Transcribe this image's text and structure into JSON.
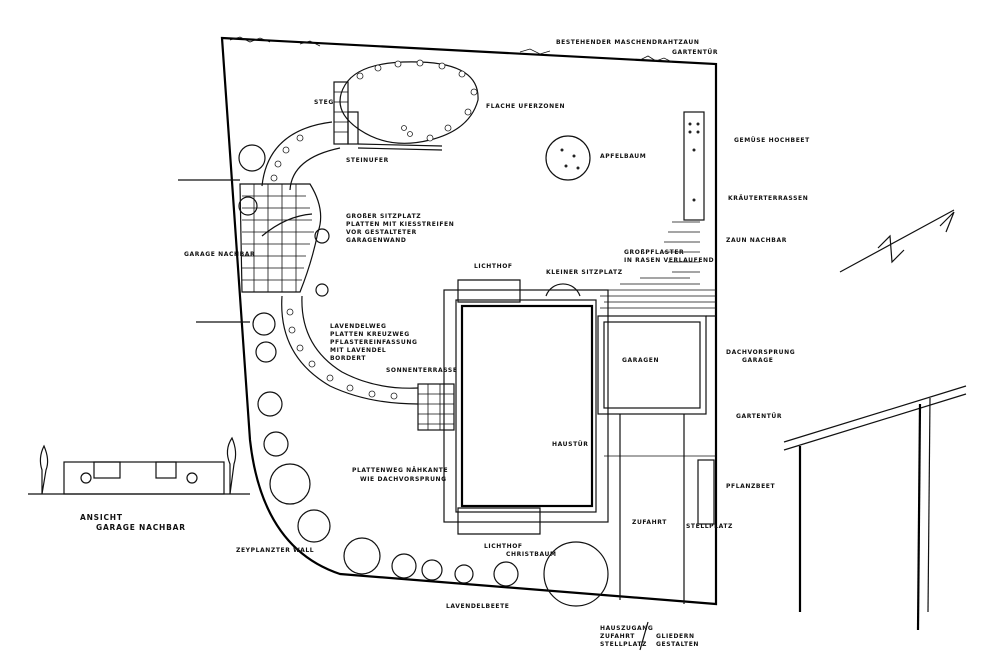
{
  "labels": {
    "zaun_top": "BESTEHENDER MASCHENDRAHTZAUN",
    "gartentuer_top": "GARTENTÜR",
    "steg": "STEG",
    "flache_ufer": "FLACHE UFERZONEN",
    "steinufer": "STEINUFER",
    "apfelbaum": "APFELBAUM",
    "gemuese": "GEMÜSE HOCHBEET",
    "kraeuter": "KRÄUTERTERRASSEN",
    "zaun_nachbar": "ZAUN NACHBAR",
    "garage_nachbar": "GARAGE NACHBAR",
    "sitzplatz_1": "GROßER SITZPLATZ",
    "sitzplatz_2": "PLATTEN MIT KIESSTREIFEN",
    "sitzplatz_3": "VOR GESTALTETER",
    "sitzplatz_4": "GARAGENWAND",
    "lichthof_top": "LICHTHOF",
    "kleiner_sitzplatz": "KLEINER SITZPLATZ",
    "grossplaster_1": "GROßPFLASTER",
    "grossplaster_2": "IN RASEN VERLAUFEND",
    "lavendelweg_1": "LAVENDELWEG",
    "lavendelweg_2": "PLATTEN KREUZWEG",
    "lavendelweg_3": "PFLASTEREINFASSUNG",
    "lavendelweg_4": "MIT LAVENDEL",
    "lavendelweg_5": "BORDERT",
    "sonnenterrasse": "SONNENTERRASSE",
    "garagen": "GARAGEN",
    "dachvorsprung_1": "DACHVORSPRUNG",
    "dachvorsprung_2": "GARAGE",
    "gartentuer_right": "GARTENTÜR",
    "haustuer": "HAUSTÜR",
    "plattenweg_1": "PLATTENWEG NÄHKANTE",
    "plattenweg_2": "WIE DACHVORSPRUNG",
    "pflanzbeet": "PFLANZBEET",
    "ansicht_1": "ANSICHT",
    "ansicht_2": "GARAGE NACHBAR",
    "trockenmauer": "ZEYPLANZTER WALL",
    "lichthof_bottom": "LICHTHOF",
    "christbaum": "CHRISTBAUM",
    "zufahrt": "ZUFAHRT",
    "stellplatz": "STELLPLATZ",
    "lavendelbeete": "LAVENDELBEETE",
    "legend_1": "HAUSZUGANG",
    "legend_2": "ZUFAHRT",
    "legend_3": "STELLPLATZ",
    "legend_4": "GLIEDERN",
    "legend_5": "GESTALTEN"
  },
  "colors": {
    "ink": "#111111",
    "paper": "#ffffff"
  }
}
